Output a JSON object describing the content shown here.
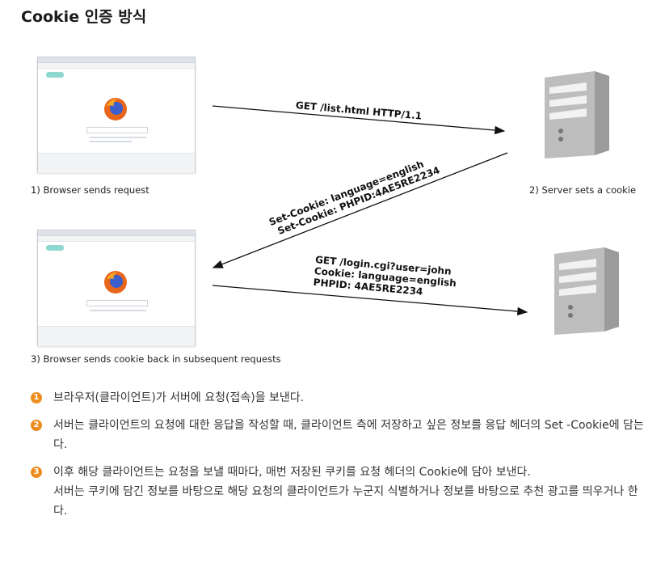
{
  "title": "Cookie 인증 방식",
  "labels": {
    "step1": "1) Browser sends request",
    "step2": "2) Server sets a cookie",
    "step3": "3) Browser sends cookie back in subsequent requests"
  },
  "messages": {
    "request1": "GET /list.html HTTP/1.1",
    "response_line1": "Set-Cookie: language=english",
    "response_line2": "Set-Cookie: PHPID:4AE5RE2234",
    "request2_line1": "GET /login.cgi?user=john",
    "request2_line2": "Cookie: language=english",
    "request2_line3": "PHPID: 4AE5RE2234"
  },
  "steps": [
    {
      "num": "1",
      "text": "브라우저(클라이언트)가 서버에 요청(접속)을 보낸다."
    },
    {
      "num": "2",
      "text": "서버는 클라이언트의 요청에 대한 응답을 작성할 때, 클라이언트 측에 저장하고 싶은 정보를 응답 헤더의 Set -Cookie에 담는다."
    },
    {
      "num": "3",
      "text": "이후 해당 클라이언트는 요청을 보낼 때마다, 매번 저장된 쿠키를 요청 헤더의 Cookie에 담아 보낸다.",
      "text2": "서버는 쿠키에 담긴 정보를 바탕으로 해당 요청의 클라이언트가 누군지 식별하거나 정보를 바탕으로 추천 광고를 띄우거나 한다."
    }
  ],
  "colors": {
    "accent": "#ee8c1f",
    "badge": "#8fd8cf"
  }
}
